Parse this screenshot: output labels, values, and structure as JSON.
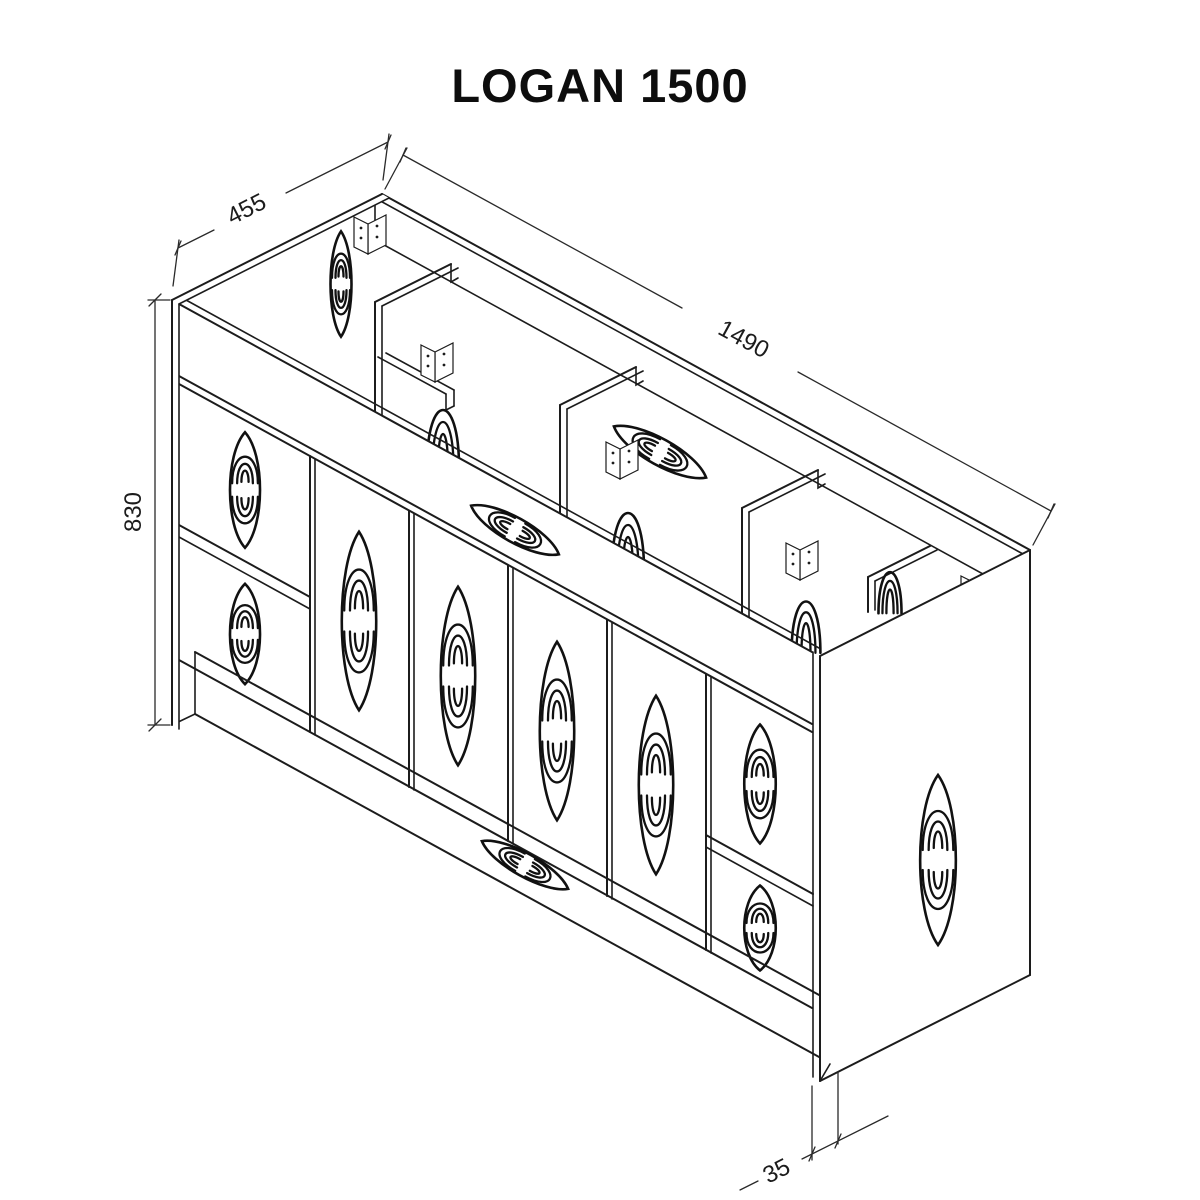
{
  "page": {
    "background": "#ffffff",
    "line_color": "#1c1c1c",
    "dimension_color": "#2a2a2a"
  },
  "title": {
    "text": "LOGAN 1500"
  },
  "drawing": {
    "view": "isometric vanity cabinet carcass",
    "dimensions": {
      "width": "1490",
      "depth": "455",
      "height": "830",
      "kick_recess": "35"
    }
  }
}
